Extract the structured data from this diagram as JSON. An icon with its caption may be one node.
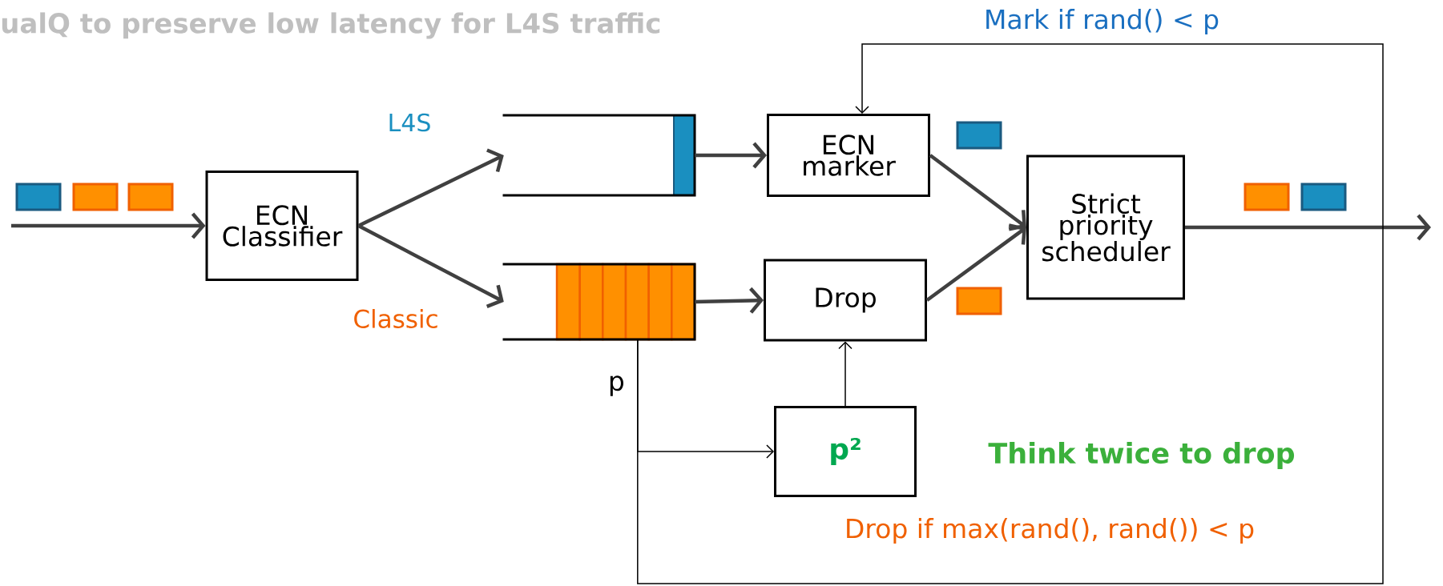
{
  "diagram": {
    "title": "ualQ to preserve low latency for L4S traffic",
    "nodes": [
      {
        "text": [
          "ECN Classifier"
        ]
      },
      {
        "text": [],
        "shape": "box",
        "beside": [
          "L4S"
        ]
      },
      {
        "text": [],
        "shape": "box"
      },
      {
        "text": [
          "ECN marker"
        ]
      },
      {
        "text": [
          "Drop"
        ]
      },
      {
        "text": [
          "Strict priority scheduler"
        ]
      },
      {
        "text": [
          "p²"
        ]
      }
    ],
    "edges": [
      {
        "from": null,
        "to": 0,
        "arrow": "to"
      },
      {
        "from": 0,
        "to": 1,
        "arrow": "to"
      },
      {
        "from": 0,
        "to": 2,
        "arrow": "to"
      },
      {
        "from": 1,
        "to": 3,
        "arrow": "to"
      },
      {
        "from": 2,
        "to": 4,
        "arrow": "to"
      },
      {
        "from": 3,
        "to": 5,
        "arrow": "to"
      },
      {
        "from": 4,
        "to": 5,
        "arrow": "to"
      },
      {
        "from": 5,
        "to": null,
        "arrow": "to"
      },
      {
        "from": 2,
        "to": 3,
        "arrow": "to",
        "label": "Mark if rand() < p",
        "color": "#000000"
      },
      {
        "from": 2,
        "to": 6,
        "arrow": "to",
        "label": "p",
        "color": "#000000"
      },
      {
        "from": 6,
        "to": 4,
        "arrow": "to",
        "color": "#000000"
      }
    ],
    "labels": [
      "Classic",
      "Think twice to drop",
      "Drop if max(rand(), rand()) < p"
    ]
  }
}
